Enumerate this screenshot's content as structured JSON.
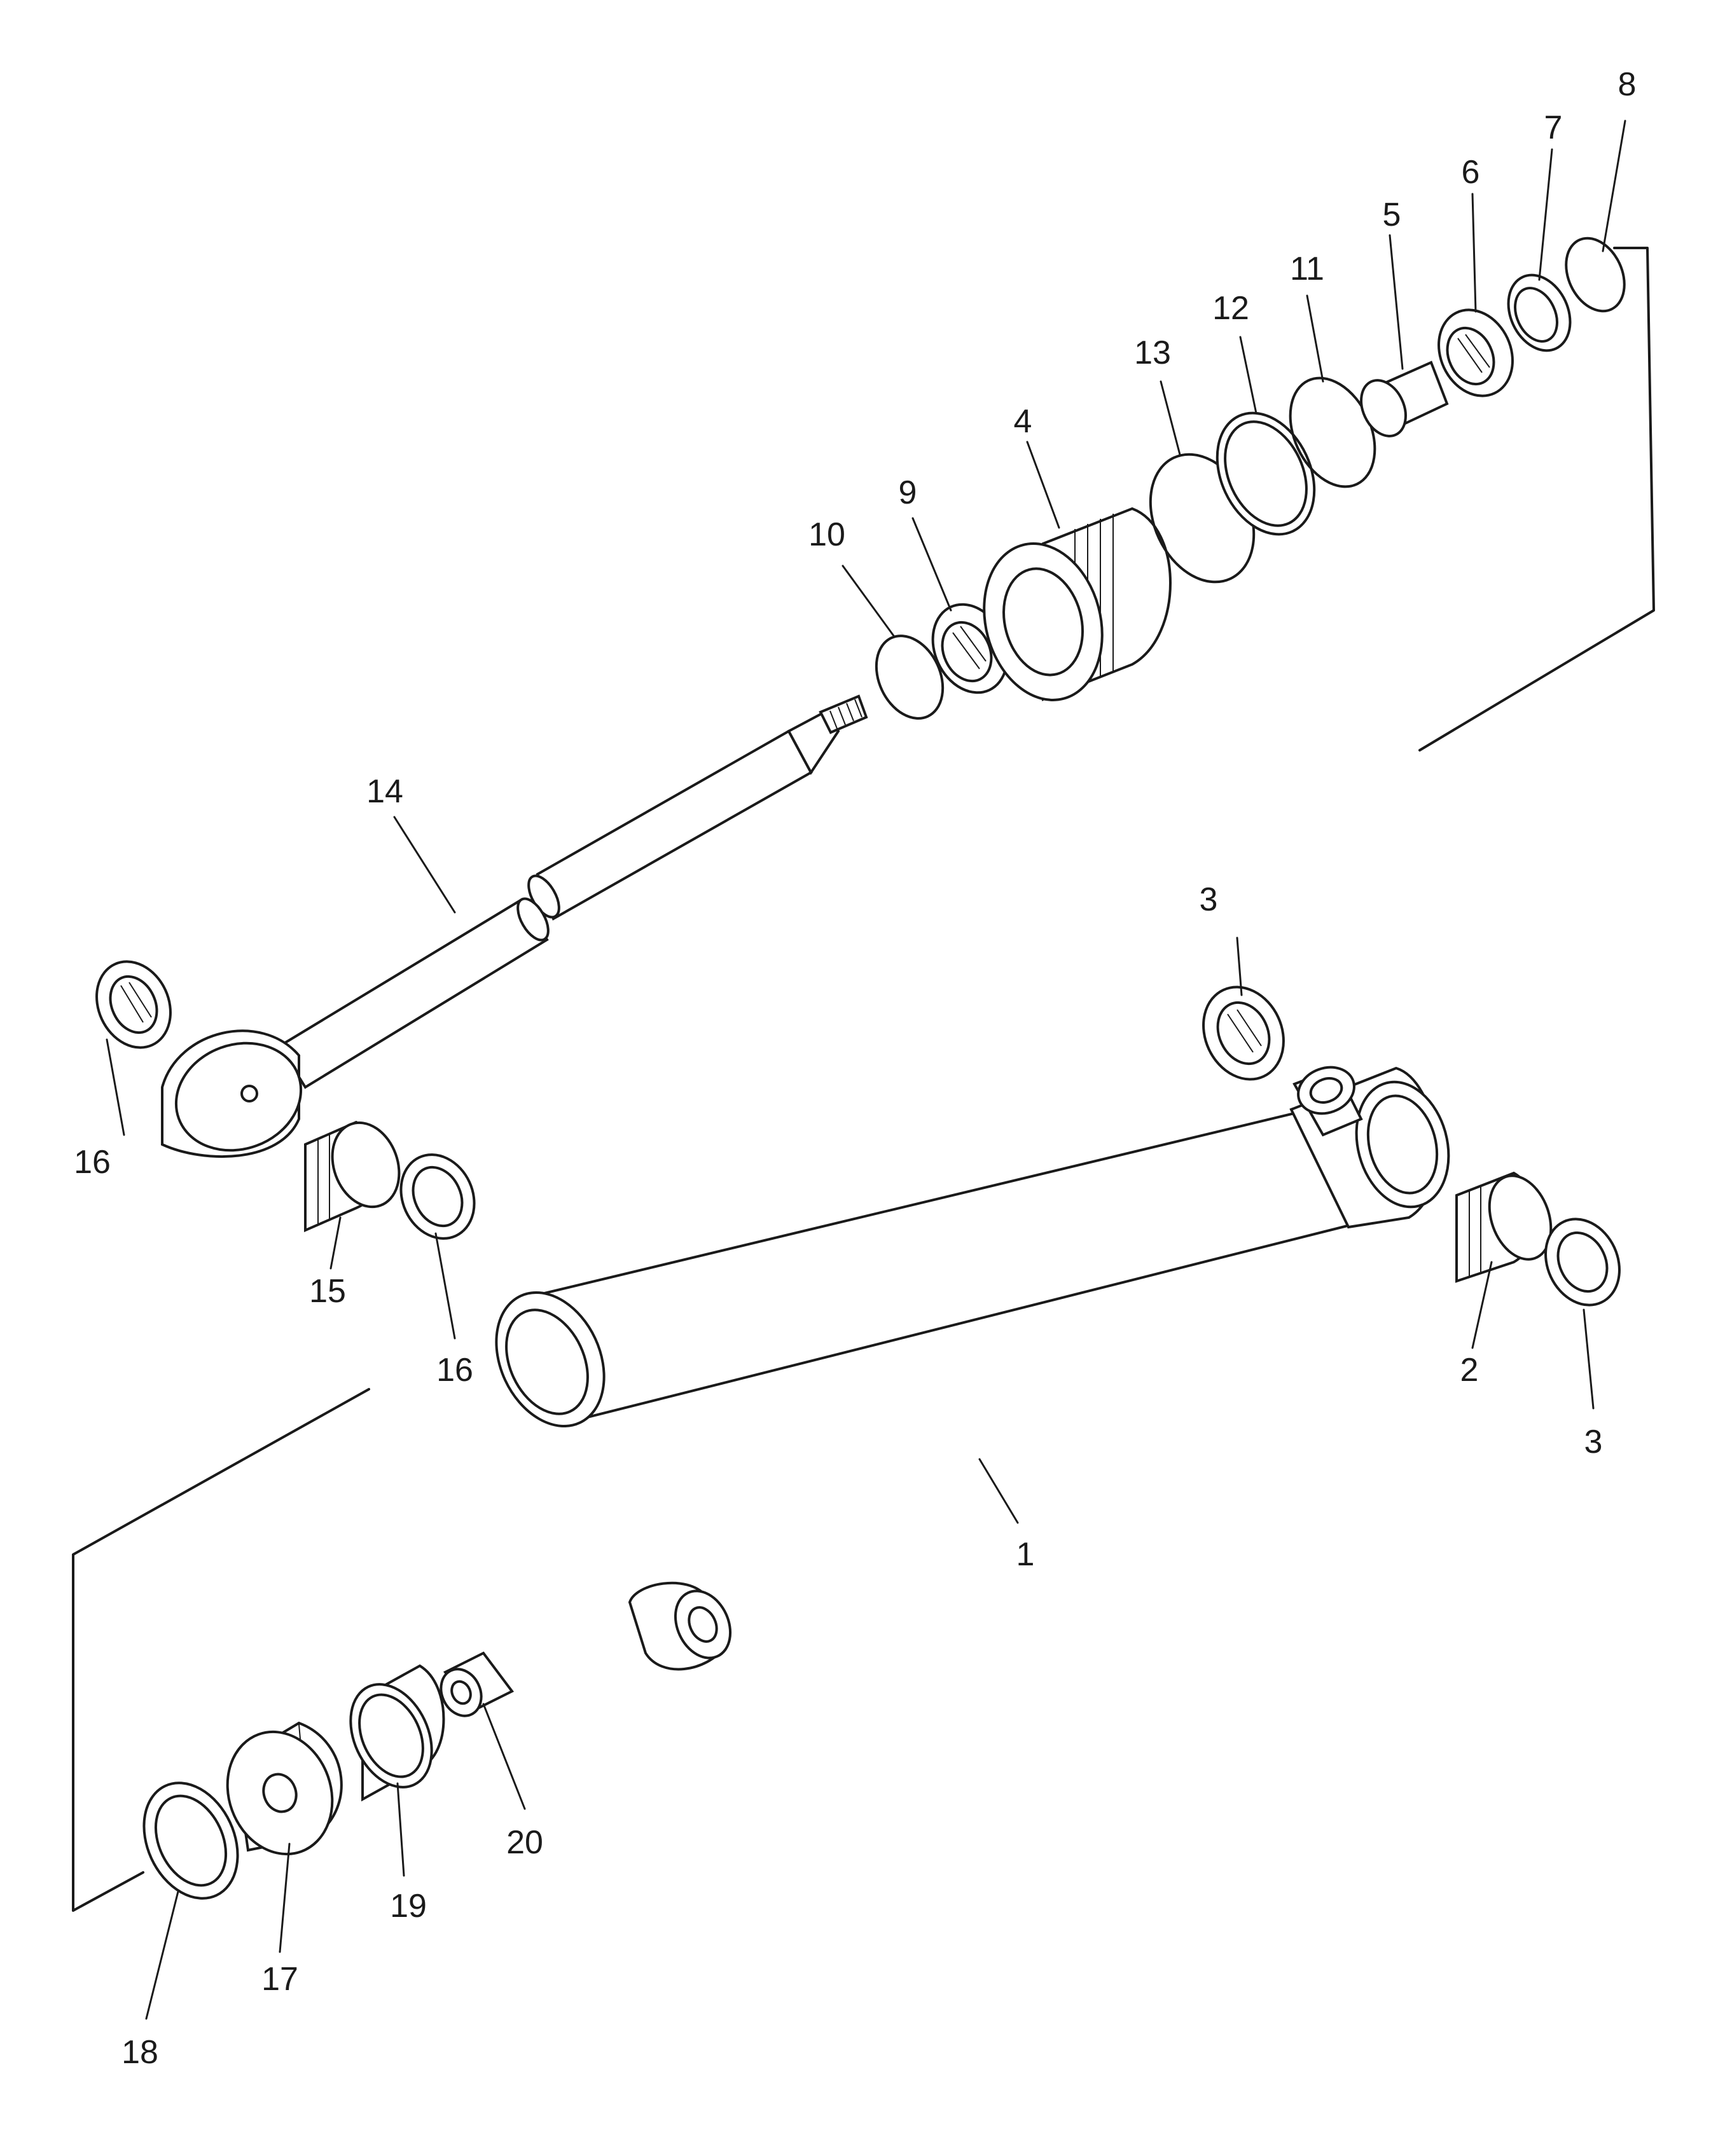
{
  "diagram": {
    "callouts": [
      "1",
      "2",
      "3",
      "3",
      "4",
      "5",
      "6",
      "7",
      "8",
      "9",
      "10",
      "11",
      "12",
      "13",
      "14",
      "15",
      "16",
      "16",
      "17",
      "18",
      "19",
      "20"
    ]
  }
}
